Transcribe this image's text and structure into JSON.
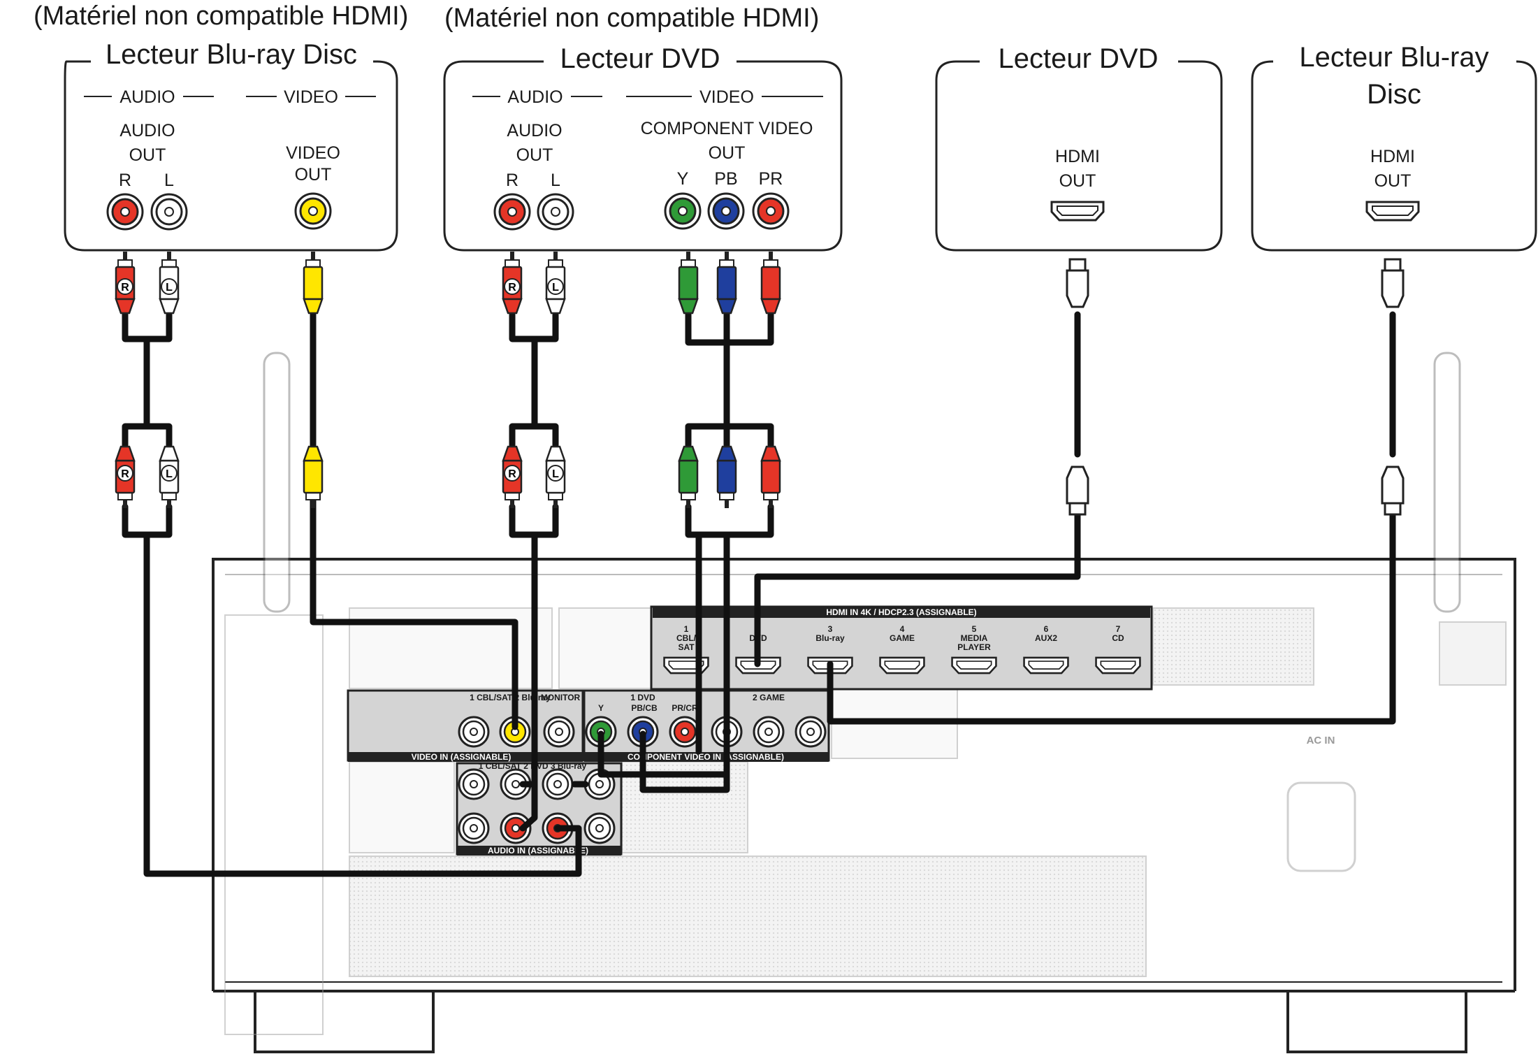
{
  "notes": {
    "left": "(Matériel non compatible HDMI)",
    "right": "(Matériel non compatible HDMI)"
  },
  "devices": {
    "bluray_analog": {
      "title": "Lecteur Blu-ray Disc",
      "audio_group": "AUDIO",
      "video_group": "VIDEO",
      "audio_out_1": "AUDIO",
      "audio_out_2": "OUT",
      "ch_r": "R",
      "ch_l": "L",
      "video_out_1": "VIDEO",
      "video_out_2": "OUT"
    },
    "dvd_analog": {
      "title": "Lecteur DVD",
      "audio_group": "AUDIO",
      "video_group": "VIDEO",
      "audio_out_1": "AUDIO",
      "audio_out_2": "OUT",
      "ch_r": "R",
      "ch_l": "L",
      "comp_1": "COMPONENT VIDEO",
      "comp_2": "OUT",
      "y": "Y",
      "pb": "PB",
      "pr": "PR"
    },
    "dvd_hdmi": {
      "title": "Lecteur DVD",
      "hdmi_1": "HDMI",
      "hdmi_2": "OUT"
    },
    "bluray_hdmi": {
      "title_1": "Lecteur Blu-ray",
      "title_2": "Disc",
      "hdmi_1": "HDMI",
      "hdmi_2": "OUT"
    }
  },
  "plugs": {
    "r": "R",
    "l": "L"
  },
  "receiver": {
    "hdmi_header": "HDMI IN 4K / HDCP2.3 (ASSIGNABLE)",
    "hdmi_inputs": [
      {
        "num": "1",
        "l1": "CBL/",
        "l2": "SAT"
      },
      {
        "num": "2",
        "l1": "DVD",
        "l2": ""
      },
      {
        "num": "3",
        "l1": "Blu-ray",
        "l2": ""
      },
      {
        "num": "4",
        "l1": "GAME",
        "l2": ""
      },
      {
        "num": "5",
        "l1": "MEDIA",
        "l2": "PLAYER"
      },
      {
        "num": "6",
        "l1": "AUX2",
        "l2": ""
      },
      {
        "num": "7",
        "l1": "CD",
        "l2": ""
      }
    ],
    "video_in": {
      "title": "1 CBL/SAT 2 Blu-ray",
      "monitor": "MONITOR",
      "footer": "VIDEO IN (ASSIGNABLE)"
    },
    "component_in": {
      "dvd": "1 DVD",
      "game": "2 GAME",
      "y": "Y",
      "pb": "PB/CB",
      "pr": "PR/CR",
      "footer": "COMPONENT VIDEO IN (ASSIGNABLE)"
    },
    "audio_in": {
      "title": "1 CBL/SAT 2 DVD 3 Blu-ray",
      "footer": "AUDIO IN (ASSIGNABLE)"
    },
    "ac_in": "AC IN"
  }
}
